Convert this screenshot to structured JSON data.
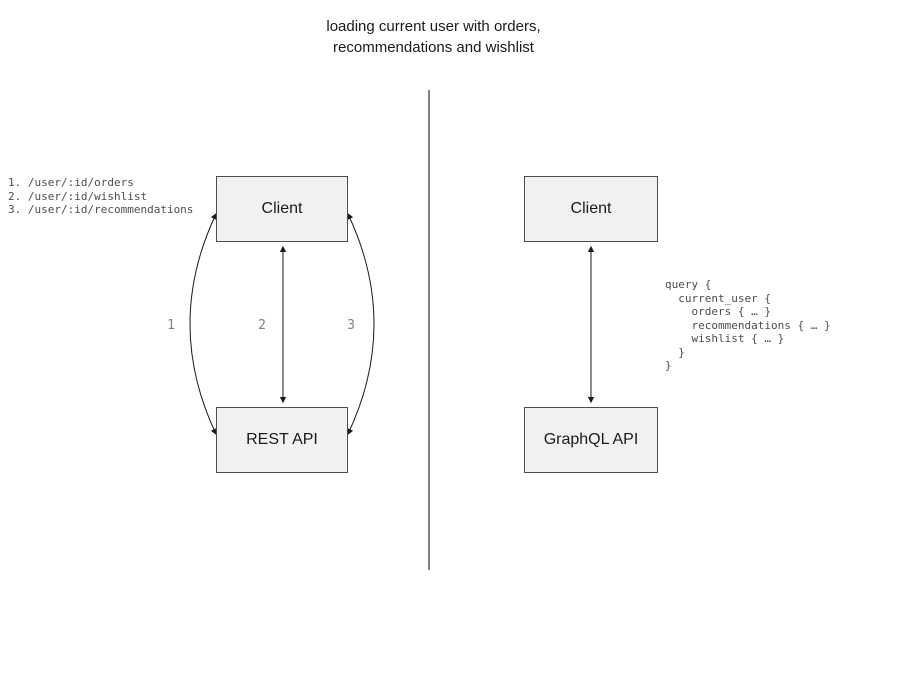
{
  "title": {
    "line1": "loading current user with orders,",
    "line2": "recommendations and wishlist"
  },
  "left_panel": {
    "endpoints": "1. /user/:id/orders\n2. /user/:id/wishlist\n3. /user/:id/recommendations",
    "client_label": "Client",
    "api_label": "REST API",
    "arrow_labels": [
      "1",
      "2",
      "3"
    ]
  },
  "right_panel": {
    "client_label": "Client",
    "api_label": "GraphQL API",
    "query": "query {\n  current_user {\n    orders { … }\n    recommendations { … }\n    wishlist { … }\n  }\n}"
  },
  "colors": {
    "box_fill": "#f1f1f1",
    "box_border": "#4d4d4d",
    "arrow": "#1a1a1a",
    "divider": "#555555",
    "code_text": "#4d4d4d",
    "label_gray": "#808080"
  }
}
